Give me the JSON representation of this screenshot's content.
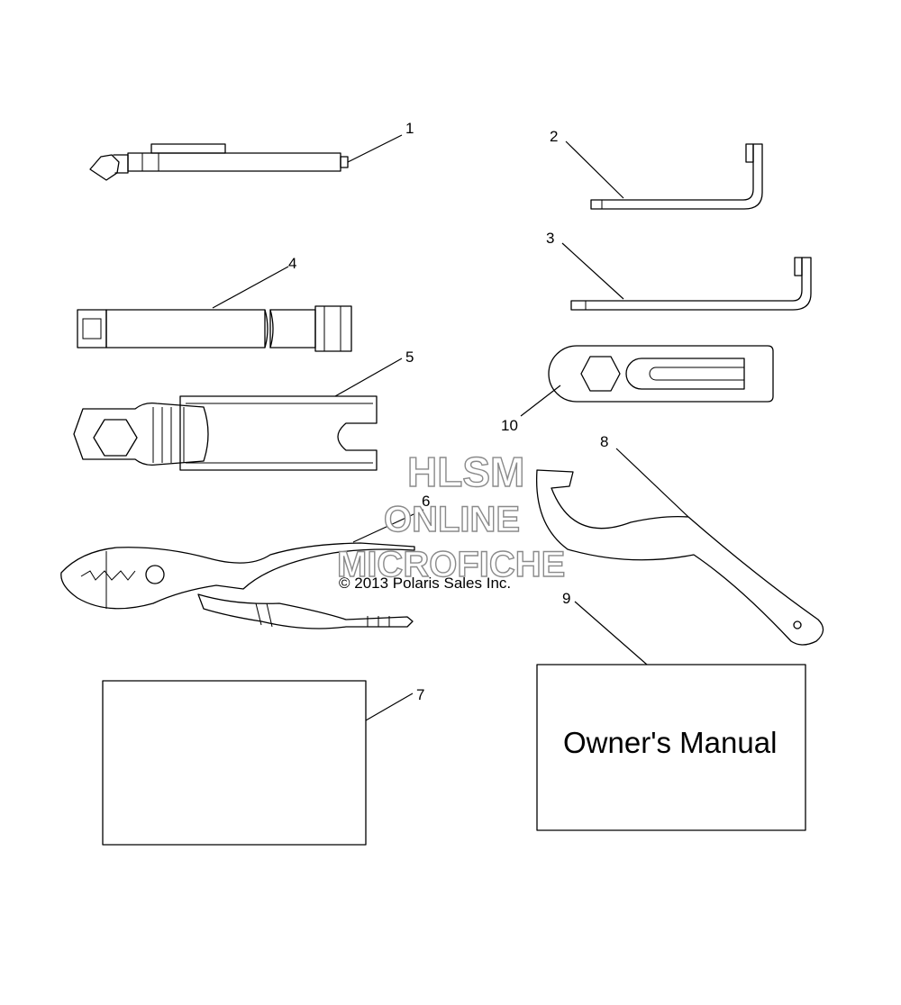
{
  "callouts": {
    "c1": "1",
    "c2": "2",
    "c3": "3",
    "c4": "4",
    "c5": "5",
    "c6": "6",
    "c7": "7",
    "c8": "8",
    "c9": "9",
    "c10": "10"
  },
  "watermark": {
    "line1": "HLSM",
    "line2": "ONLINE",
    "line3": "MICROFICHE"
  },
  "copyright": "© 2013 Polaris Sales Inc.",
  "manual": {
    "title": "Owner's Manual"
  }
}
